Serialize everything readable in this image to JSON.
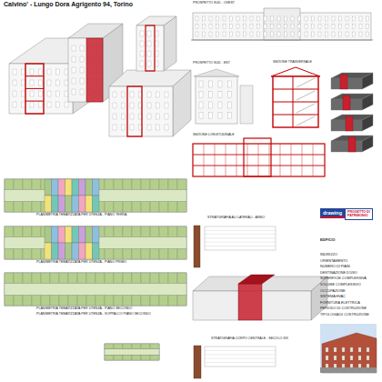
{
  "diagram": {
    "title": "Calvino' - Lungo Dora Agrigento 94, Torino",
    "nodes": [
      {
        "text": [
          "drawing"
        ]
      },
      {
        "text": [
          "PROGETTO DI",
          "PATRIMONIO"
        ]
      }
    ],
    "labels": [
      "PROSPETTO SUD - OVEST",
      "PROSPETTO SUD - EST",
      "SEZIONE TRASVERSALE",
      "SEZIONE LONGITUDINALE",
      "PLANIMETRIA TEMATIZZATA PER UTENZA - PIANO TERRA",
      "PLANIMETRIA TEMATIZZATA PER UTENZA - PIANO PRIMO",
      "PLANIMETRIA TEMATIZZATA PER UTENZA - PIANO SECONDO",
      "PLANIMETRIA TEMATIZZATA PER UTENZA - SOPPALCO PIANO SECONDO",
      "STRATIGRAFIA ALI LATERALI - ANNO",
      "STRATIGRAFIA CORPO CENTRALE - SECOLO XIX",
      "EDIFICIO",
      "INDIRIZZO",
      "ORIENTAMENTO",
      "NUMERO DI PIANI",
      "DESTINAZIONE D'USO",
      "SUPERFICIE COMPLESSIVA",
      "VOLUME COMPLESSIVO",
      "OCCUPAZIONE",
      "SISTEMA HVAC",
      "FORNITURA ELETTRICA",
      "PERIODO DI COSTRUZIONE",
      "TIPOLOGIA DI COSTRUZIONE"
    ]
  }
}
